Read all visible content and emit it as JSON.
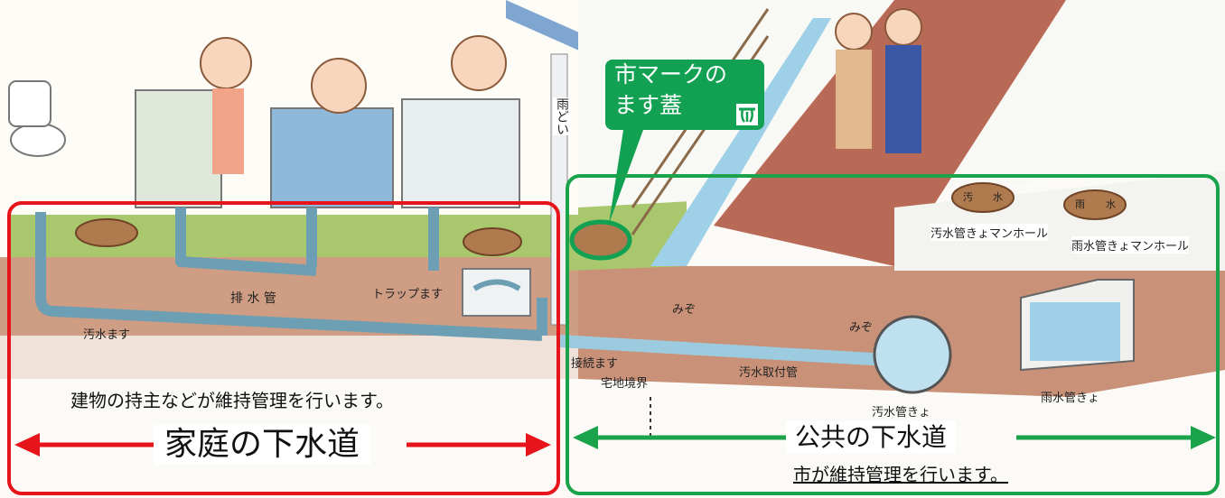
{
  "callout": {
    "text": "市マークの\nます蓋"
  },
  "labels": {
    "rain_gutter": "雨どい",
    "drain_pipe": "排 水 管",
    "trap_basin": "トラップます",
    "sewage_basin": "汚水ます",
    "connection_basin": "接続ます",
    "lot_boundary": "宅地境界",
    "ditch_1": "みぞ",
    "ditch_2": "みぞ",
    "sewage_lateral": "汚水取付管",
    "sewage_main": "汚水管きょ",
    "storm_main": "雨水管きょ",
    "sewage_manhole": "汚水管きょマンホール",
    "storm_manhole": "雨水管きょマンホール",
    "sewage_cover_mark": "汚",
    "sewage_cover_mark2": "水",
    "storm_cover_mark": "雨",
    "storm_cover_mark2": "水"
  },
  "home_section": {
    "sentence": "建物の持主などが維持管理を行います。",
    "title": "家庭の下水道"
  },
  "public_section": {
    "title": "公共の下水道",
    "subtitle": "市が維持管理を行います。"
  },
  "colors": {
    "home_accent": "#e8141b",
    "public_accent": "#1aa34a",
    "callout_bg": "#12a152",
    "soil": "#c8957c",
    "grass": "#a7c76d",
    "pipe": "#6c9fb3"
  }
}
